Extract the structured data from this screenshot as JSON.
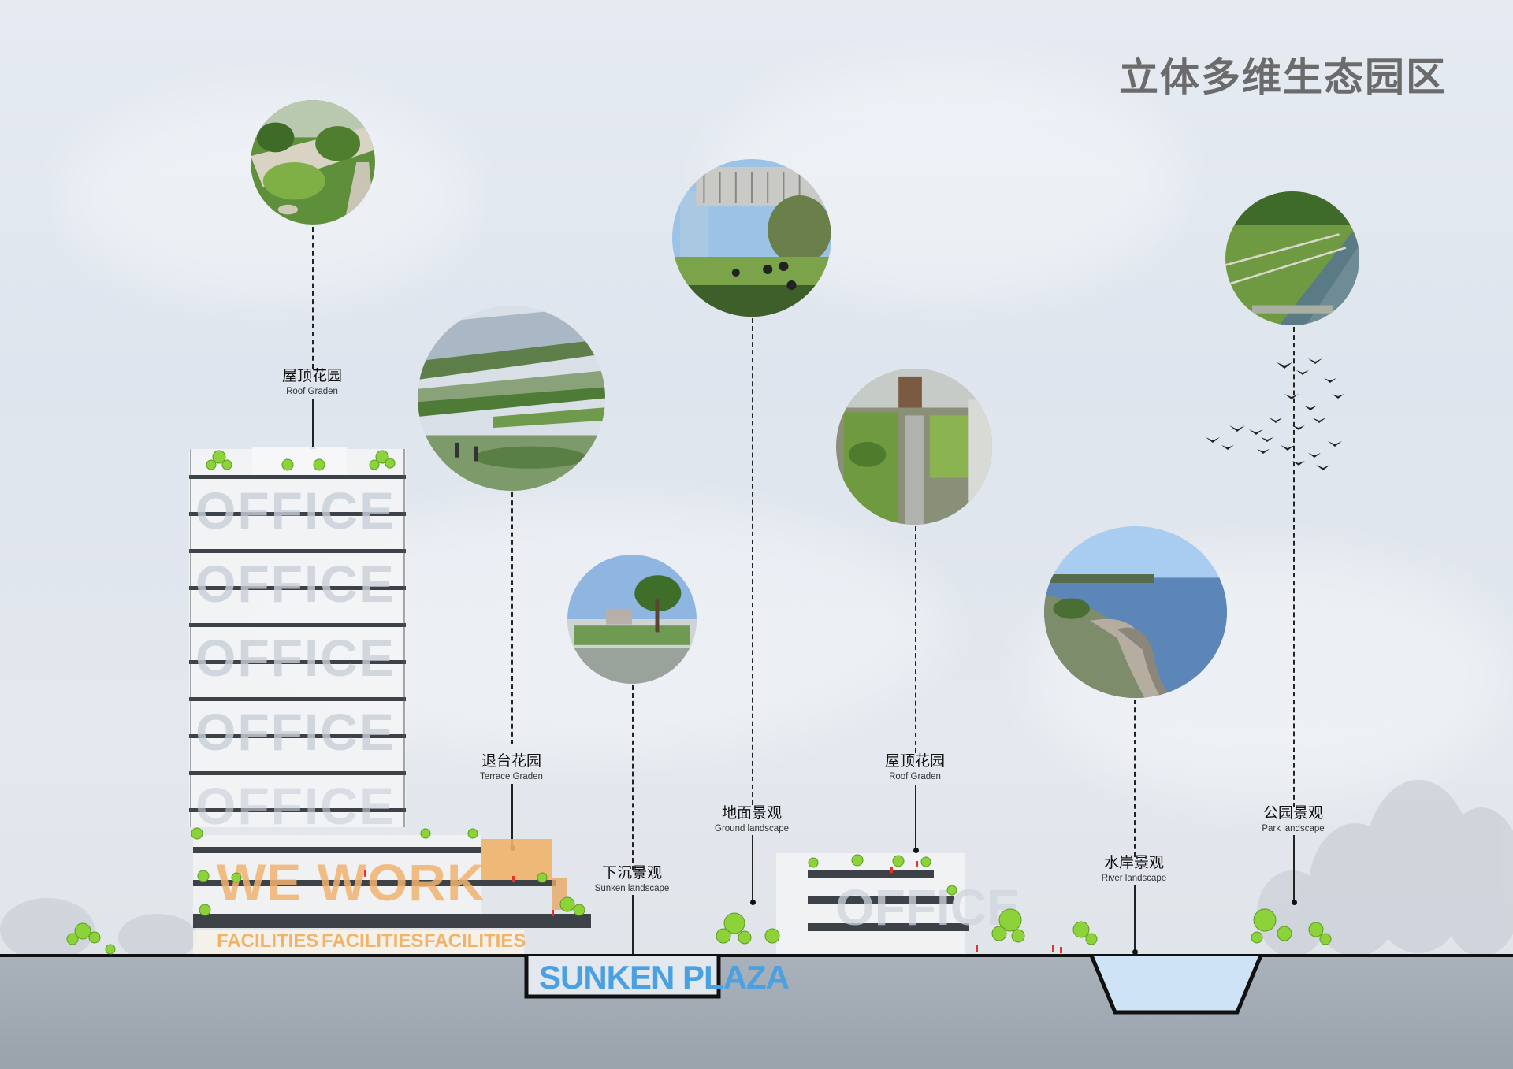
{
  "title": "立体多维生态园区",
  "labels": [
    {
      "key": "roof1",
      "cn": "屋顶花园",
      "en": "Roof Graden"
    },
    {
      "key": "terrace",
      "cn": "退台花园",
      "en": "Terrace Graden"
    },
    {
      "key": "sunken",
      "cn": "下沉景观",
      "en": "Sunken landscape"
    },
    {
      "key": "groundl",
      "cn": "地面景观",
      "en": "Ground landscape"
    },
    {
      "key": "roof2",
      "cn": "屋顶花园",
      "en": "Roof Graden"
    },
    {
      "key": "river",
      "cn": "水岸景观",
      "en": "River landscape"
    },
    {
      "key": "park",
      "cn": "公园景观",
      "en": "Park landscape"
    }
  ],
  "building_text": {
    "office": "OFFICE",
    "wework": "WE WORK",
    "facilities": [
      "FACILITIES",
      "FACILITIES",
      "FACILITIES"
    ],
    "sunken_plaza": "SUNKEN PLAZA",
    "office_low": "OFFICE"
  },
  "colors": {
    "sky": "#e3e8ef",
    "ground": "#a0a9b3",
    "slab": "#3d4148",
    "tree": "#8cd33a",
    "wework": "#f2b370",
    "facilities": "#f0b36a",
    "plaza": "#4aa0e0",
    "water": "#cfe3f6"
  }
}
